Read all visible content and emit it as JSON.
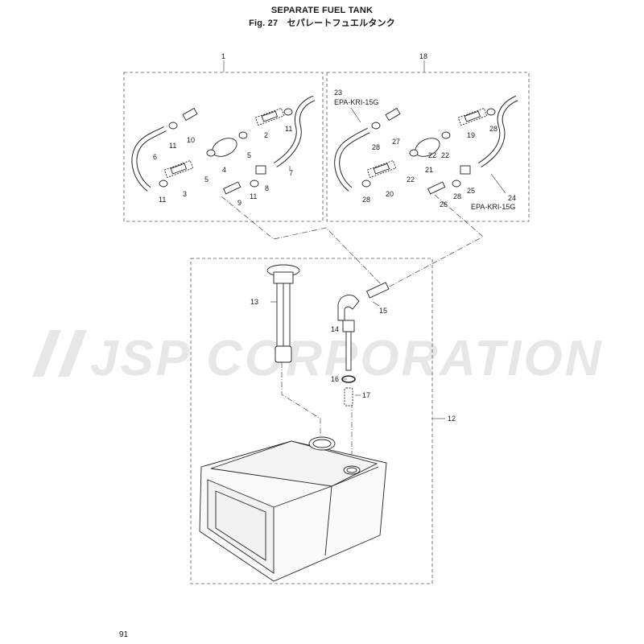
{
  "header": {
    "title": "SEPARATE FUEL TANK",
    "subtitle": "Fig. 27　セパレートフュエルタンク"
  },
  "watermark": {
    "text": "JSP CORPORATION"
  },
  "parts": {
    "p1": "1",
    "p2": "2",
    "p3": "3",
    "p4": "4",
    "p5a": "5",
    "p5b": "5",
    "p6": "6",
    "p7": "7",
    "p8": "8",
    "p9": "9",
    "p10": "10",
    "p11a": "11",
    "p11b": "11",
    "p11c": "11",
    "p11d": "11",
    "p12": "12",
    "p13": "13",
    "p14": "14",
    "p15": "15",
    "p16": "16",
    "p17": "17",
    "p18": "18",
    "p19": "19",
    "p20": "20",
    "p21": "21",
    "p22a": "22",
    "p22b": "22",
    "p22c": "22",
    "p23": "23",
    "p24": "24",
    "p25": "25",
    "p26": "26",
    "p27": "27",
    "p28a": "28",
    "p28b": "28",
    "p28c": "28",
    "p28d": "28"
  },
  "notes": {
    "epa_15g_top": "EPA-KRI-15G",
    "epa_15g_bottom": "EPA-KRI-15G"
  },
  "footer": {
    "page_number": "91"
  }
}
